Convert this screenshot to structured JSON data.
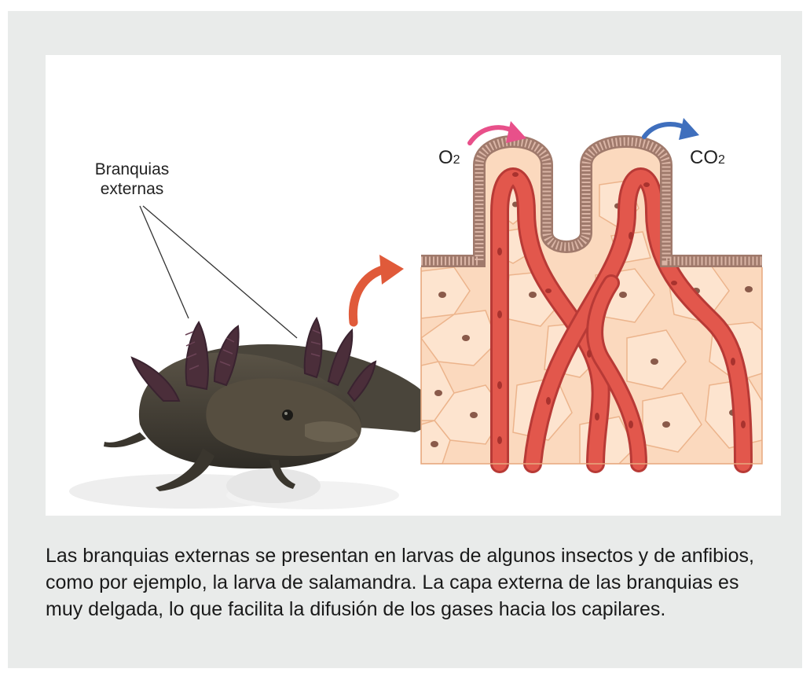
{
  "figure": {
    "gill_label_line1": "Branquias",
    "gill_label_line2": "externas",
    "o2_label": "O",
    "o2_sub": "2",
    "co2_label": "CO",
    "co2_sub": "2"
  },
  "caption": "Las branquias externas se presentan en larvas de algunos insectos y de anfibios, como por ejemplo, la larva de salamandra. La capa externa de las branquias es muy delgada, lo que facilita la difusión de los gases hacia los capilares.",
  "colors": {
    "frame_bg": "#e9ebea",
    "tissue": "#fbd9be",
    "vessel": "#e2574c",
    "o2_arrow": "#e8508a",
    "co2_arrow": "#3f6fbd",
    "pointer_arrow": "#e05a3a"
  }
}
